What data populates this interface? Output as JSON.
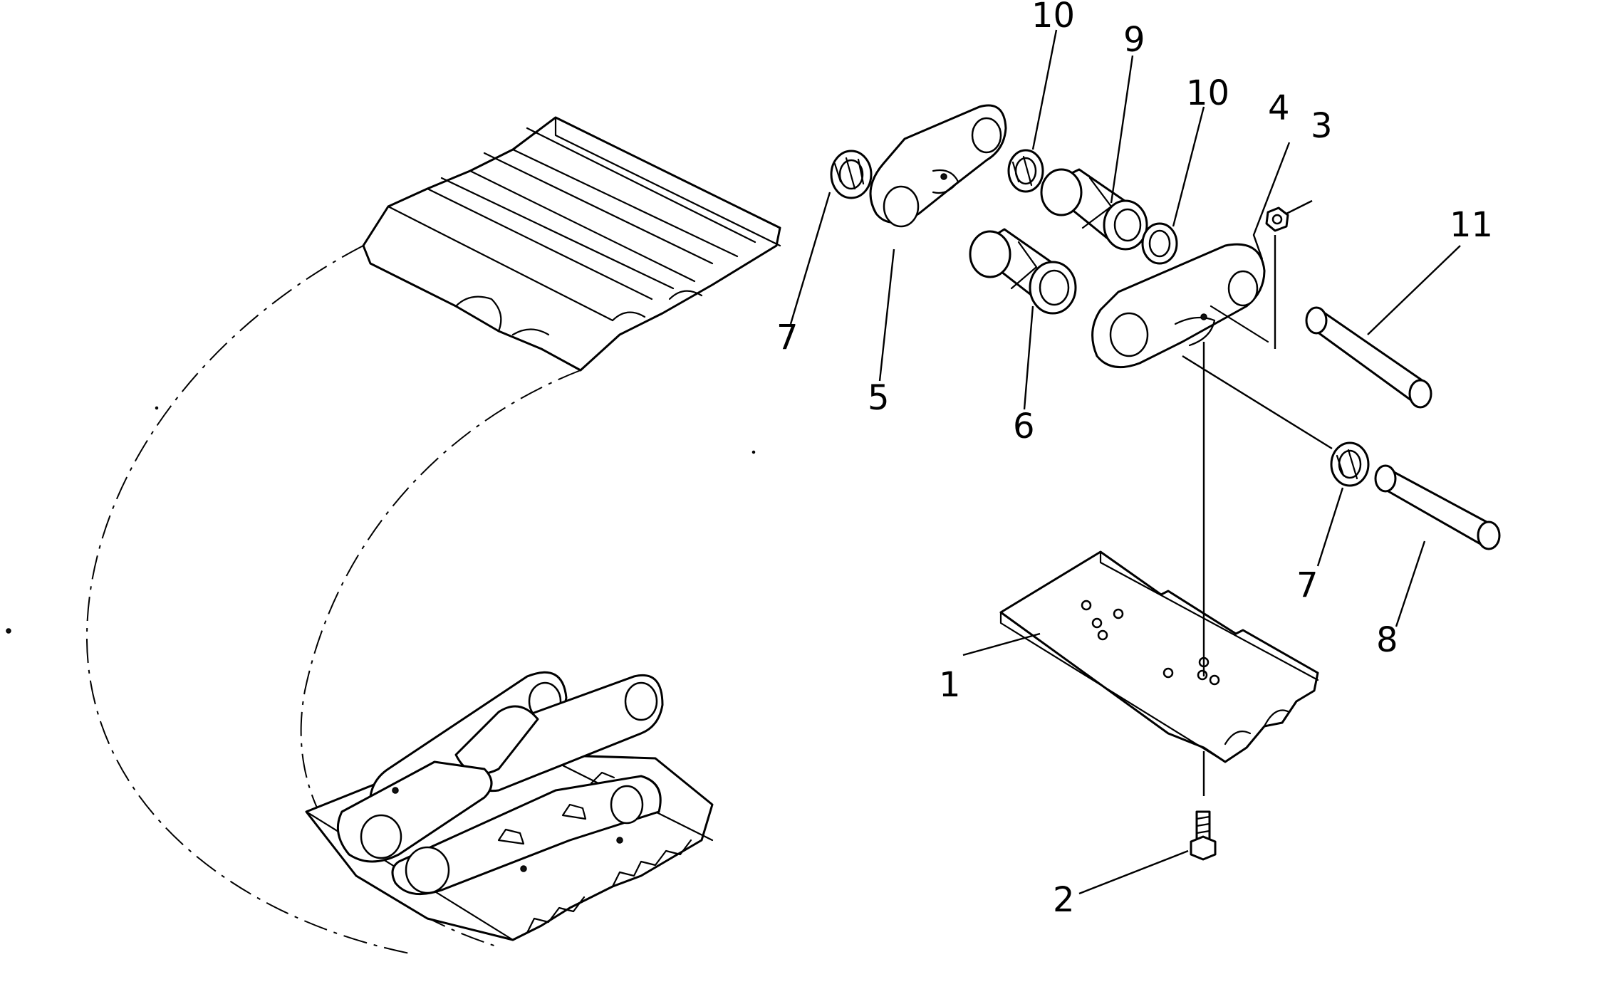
{
  "callouts": {
    "c1": "1",
    "c2": "2",
    "c3": "3",
    "c4": "4",
    "c5": "5",
    "c6": "6",
    "c7a": "7",
    "c7b": "7",
    "c8": "8",
    "c9": "9",
    "c10a": "10",
    "c10b": "10",
    "c11": "11"
  },
  "colors": {
    "line": "#000000",
    "background": "#ffffff"
  }
}
